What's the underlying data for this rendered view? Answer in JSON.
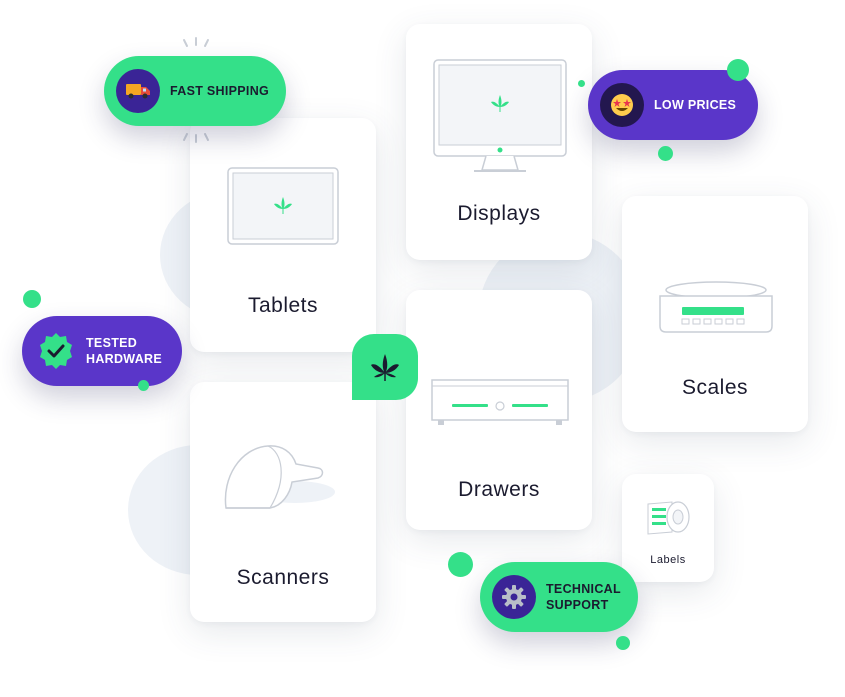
{
  "cards": {
    "tablets": "Tablets",
    "displays": "Displays",
    "scales": "Scales",
    "scanners": "Scanners",
    "drawers": "Drawers",
    "labels": "Labels"
  },
  "badges": {
    "fast_shipping": "FAST SHIPPING",
    "low_prices": "LOW PRICES",
    "tested_hardware_line1": "TESTED",
    "tested_hardware_line2": "HARDWARE",
    "technical_support_line1": "TECHNICAL",
    "technical_support_line2": "SUPPORT"
  },
  "colors": {
    "accent_green": "#34e089",
    "accent_purple": "#5a36c9",
    "blob": "#eef2f7"
  },
  "icons": [
    "truck-icon",
    "star-struck-face-icon",
    "verified-check-icon",
    "gear-icon",
    "cannabis-leaf-icon"
  ]
}
